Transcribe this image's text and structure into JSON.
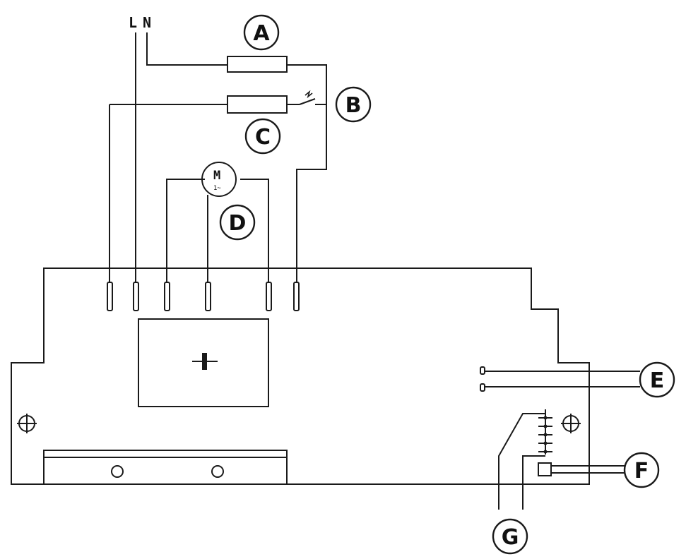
{
  "mains": {
    "label_l": "L",
    "label_n": "N"
  },
  "callouts": {
    "a": "A",
    "b": "B",
    "c": "C",
    "d": "D",
    "e": "E",
    "f": "F",
    "g": "G"
  },
  "motor": {
    "symbol": "M",
    "sub": "1~"
  }
}
